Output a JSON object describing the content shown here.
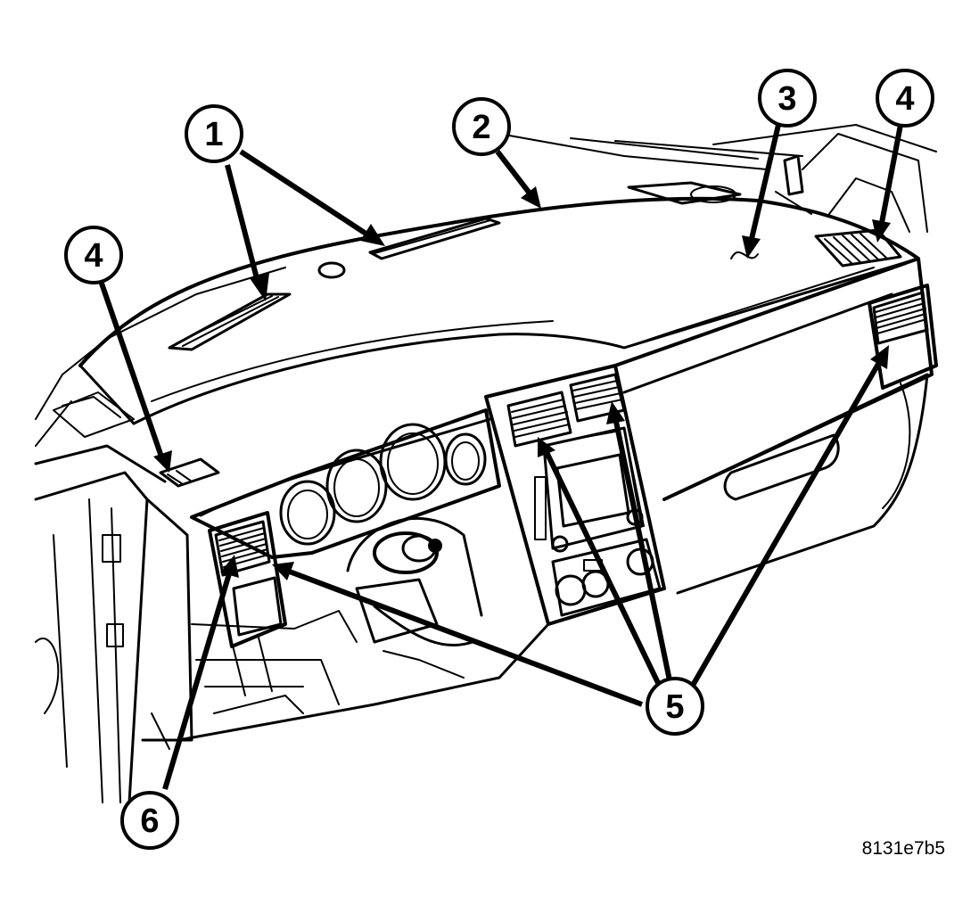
{
  "callouts": [
    {
      "id": "c1",
      "label": "1"
    },
    {
      "id": "c2",
      "label": "2"
    },
    {
      "id": "c3",
      "label": "3"
    },
    {
      "id": "c4a",
      "label": "4"
    },
    {
      "id": "c4b",
      "label": "4"
    },
    {
      "id": "c5",
      "label": "5"
    },
    {
      "id": "c6",
      "label": "6"
    }
  ],
  "figure_code": "8131e7b5"
}
